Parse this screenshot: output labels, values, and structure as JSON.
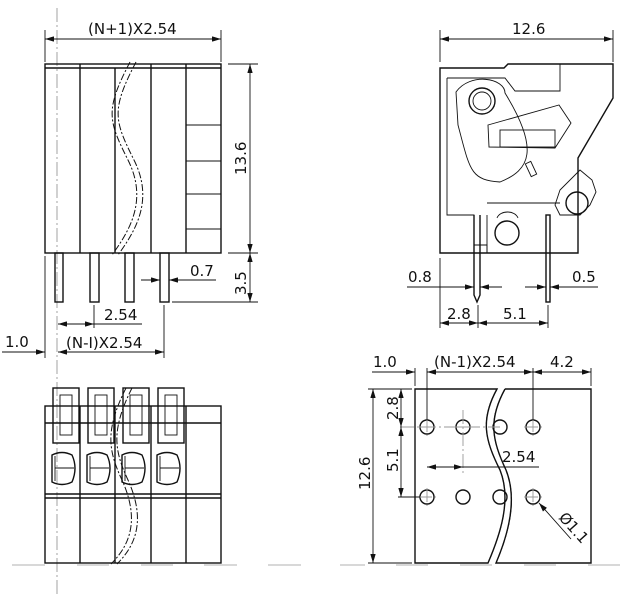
{
  "front_view": {
    "width_label": "(N+1)X2.54",
    "height_label": "13.6",
    "pin_length_label": "3.5",
    "pin_width_label": "0.7",
    "pitch_label": "2.54",
    "span_label": "(N-I)X2.54",
    "offset_label": "1.0"
  },
  "side_view": {
    "width_label": "12.6",
    "pin1_width_label": "0.8",
    "pin2_width_label": "0.5",
    "pin1_offset_label": "2.8",
    "pin_spacing_label": "5.1"
  },
  "pcb_layout": {
    "offset_label": "1.0",
    "span_label": "(N-1)X2.54",
    "end_label": "4.2",
    "height_label": "12.6",
    "row1_label": "2.8",
    "row_spacing_label": "5.1",
    "pitch_label": "2.54",
    "hole_label": "Ø1.1"
  }
}
